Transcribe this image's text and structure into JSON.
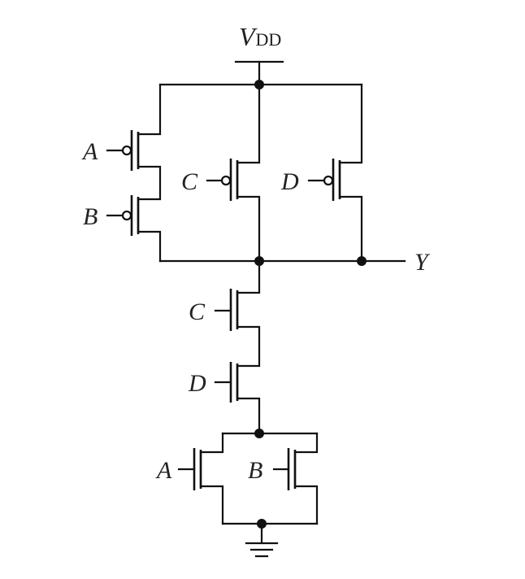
{
  "supply": {
    "symbol": "V",
    "subscript": "DD"
  },
  "output": "Y",
  "pmos_inputs": {
    "a": "A",
    "b": "B",
    "c": "C",
    "d": "D"
  },
  "nmos_inputs": {
    "c": "C",
    "d": "D",
    "a": "A",
    "b": "B"
  }
}
